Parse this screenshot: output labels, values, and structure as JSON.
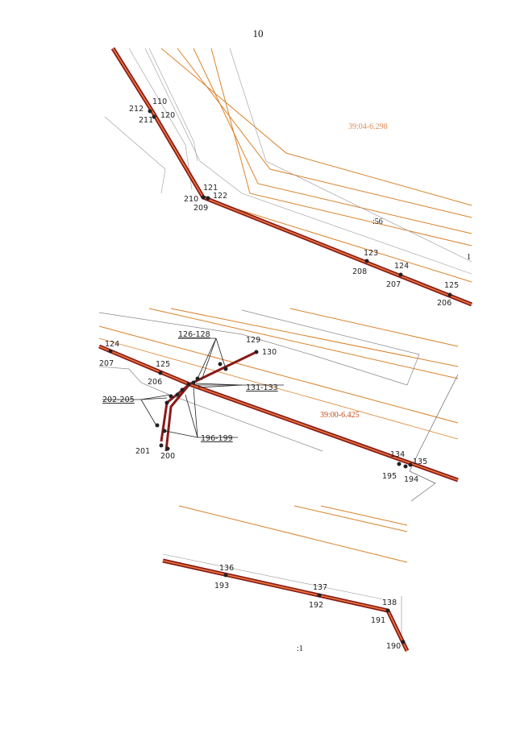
{
  "page_number": "10",
  "fragment1": {
    "cadastral_quarter": "39:04-6.298",
    "plot_label": ":56",
    "plot_label_cut": "1",
    "points": [
      "212",
      "110",
      "211",
      "120",
      "121",
      "122",
      "210",
      "209",
      "123",
      "208",
      "124",
      "207",
      "125",
      "206"
    ]
  },
  "fragment2": {
    "cadastral_quarter": "39:00-6.425",
    "groups": [
      "126-128",
      "131-133",
      "202-205",
      "196-199"
    ],
    "points": [
      "124",
      "207",
      "125",
      "206",
      "129",
      "130",
      "201",
      "200",
      "134",
      "135",
      "195",
      "194"
    ]
  },
  "fragment3": {
    "plot_label": ":1",
    "points": [
      "136",
      "193",
      "137",
      "192",
      "138",
      "191",
      "190"
    ]
  },
  "colors": {
    "cable_outer": "#8b1a1a",
    "cable_inner": "#e87a3a",
    "boundary": "#d9822b",
    "thin_line": "#555555"
  }
}
